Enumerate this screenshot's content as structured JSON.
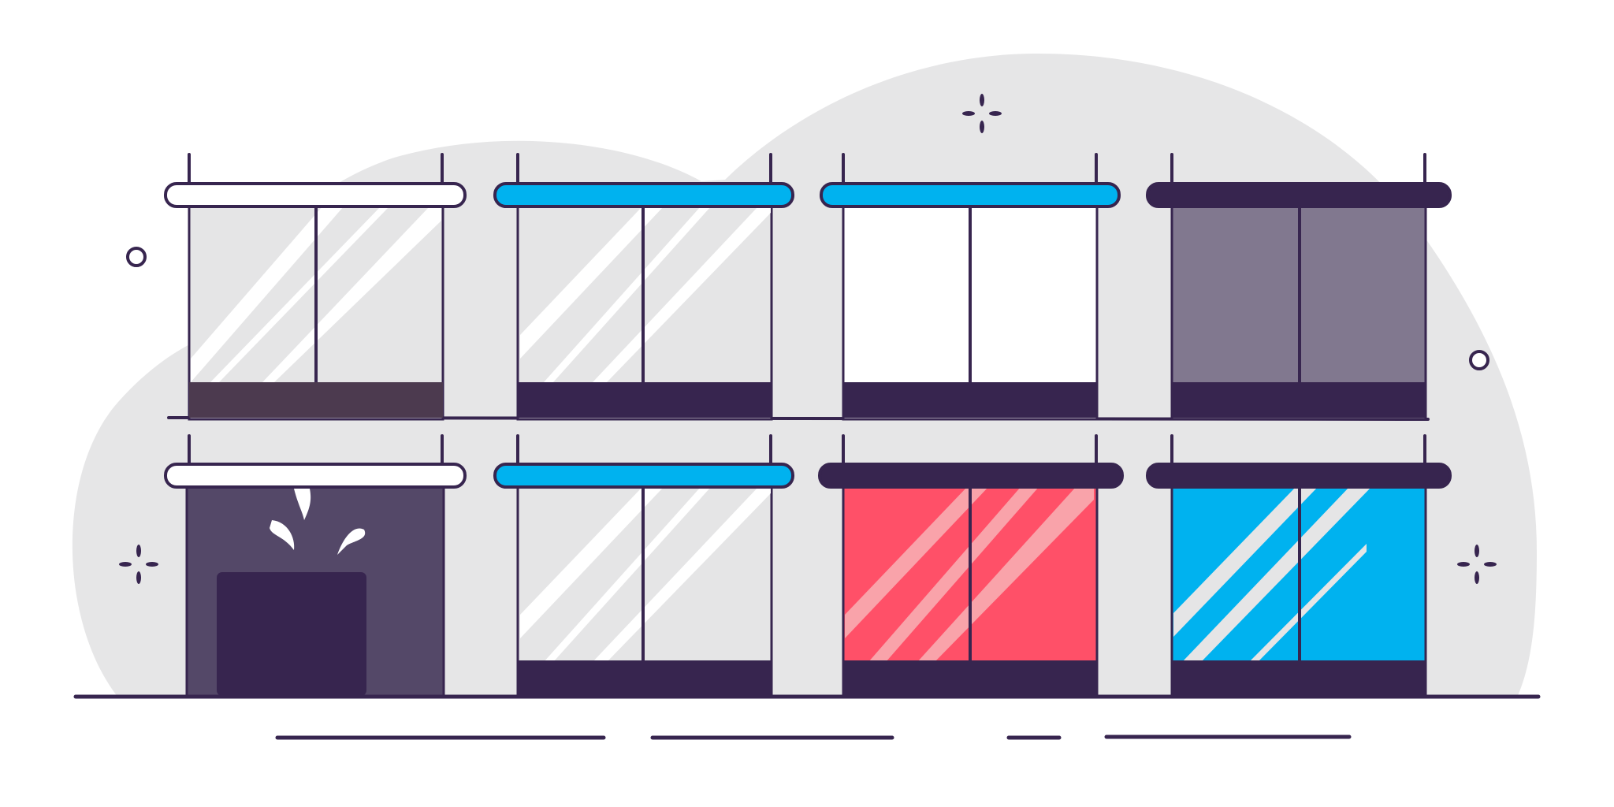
{
  "colors": {
    "background": "#ffffff",
    "cloud": "#e6e6e7",
    "outline": "#37254f",
    "glass": "#e5e5e6",
    "white": "#ffffff",
    "blue": "#00b2ef",
    "red": "#ff5068",
    "pink": "#f9a3aa",
    "taupe": "#81788f",
    "purple": "#544868",
    "brown": "#4c3a4f"
  },
  "top_floor": {
    "windows": [
      {
        "awning": "white",
        "panel": "glass",
        "base": "brown",
        "reflection": true
      },
      {
        "awning": "blue",
        "panel": "glass",
        "base": "dark",
        "reflection": true
      },
      {
        "awning": "blue",
        "panel": "white",
        "base": "dark",
        "reflection": false
      },
      {
        "awning": "dark",
        "panel": "taupe",
        "base": "dark",
        "reflection": false
      }
    ]
  },
  "ground_floor": {
    "windows": [
      {
        "awning": "white",
        "panel": "purple-doorway",
        "base": "none",
        "reflection": false
      },
      {
        "awning": "blue",
        "panel": "glass",
        "base": "dark",
        "reflection": true
      },
      {
        "awning": "dark",
        "panel": "red",
        "base": "dark",
        "reflection": true
      },
      {
        "awning": "dark",
        "panel": "blue",
        "base": "dark",
        "reflection": true
      }
    ]
  },
  "decorations": [
    "sparkle-icon",
    "sparkle-icon",
    "sparkle-icon",
    "circle-icon",
    "circle-icon"
  ]
}
